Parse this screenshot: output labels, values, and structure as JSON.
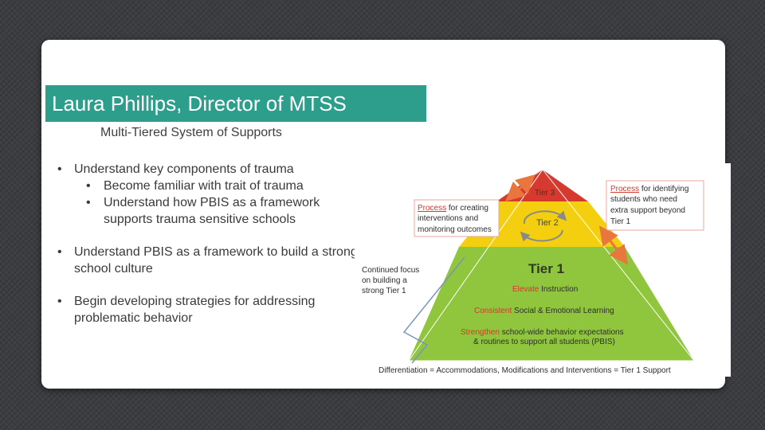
{
  "slide": {
    "title": "Laura Phillips, Director of MTSS",
    "subtitle": "Multi-Tiered System of Supports",
    "bullets": [
      {
        "text": "Understand key components of trauma",
        "sub": [
          "Become familiar with trait of trauma",
          "Understand how PBIS as a framework supports trauma sensitive schools"
        ]
      },
      {
        "text": "Understand PBIS as a framework to build a strong school culture"
      },
      {
        "text": "Begin developing strategies for addressing problematic behavior"
      }
    ],
    "bullet_glyph": "•"
  },
  "diagram": {
    "tiers": {
      "tier3": "Tier 3",
      "tier2": "Tier 2",
      "tier1": "Tier 1"
    },
    "tier1_items": {
      "elevate_word": "Elevate",
      "elevate_rest": " Instruction",
      "consistent_word": "Consistent",
      "consistent_rest": " Social & Emotional Learning",
      "strengthen_word": "Strengthen",
      "strengthen_rest": " school-wide behavior expectations",
      "strengthen_line2": "& routines to support all students (PBIS)"
    },
    "left_box": {
      "word": "Process",
      "rest": " for creating",
      "line2": "interventions and",
      "line3": "monitoring outcomes"
    },
    "right_box": {
      "word": "Process",
      "rest": " for identifying",
      "line2": "students who need",
      "line3": "extra support beyond",
      "line4": "Tier 1"
    },
    "continued_focus": [
      "Continued focus",
      "on building a",
      "strong Tier 1"
    ],
    "footer": "Differentiation = Accommodations, Modifications and Interventions = Tier 1 Support",
    "colors": {
      "tier3": "#d63a2f",
      "tier2": "#f3cf0f",
      "tier1": "#8fc63d",
      "accent_red": "#d23a2a",
      "arrow": "#e8763d",
      "bracket": "#7b93bd",
      "box_border": "#e8a49c"
    }
  }
}
